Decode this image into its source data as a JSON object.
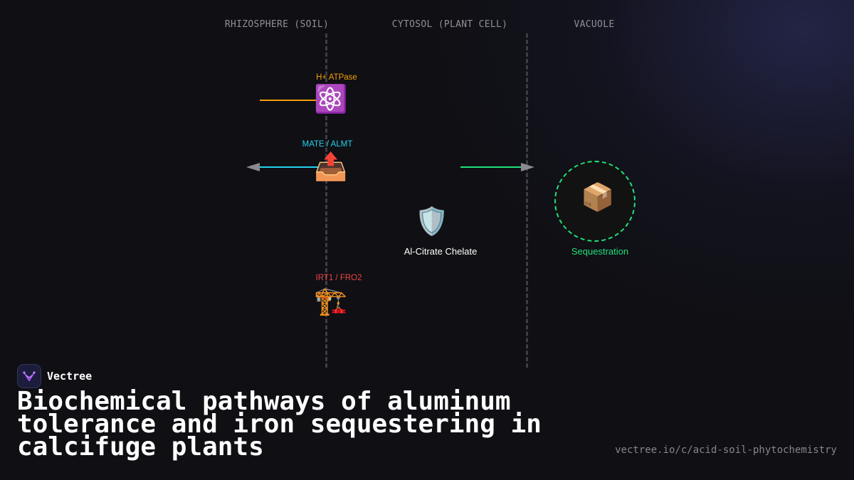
{
  "zones": {
    "rhizosphere": "RHIZOSPHERE (SOIL)",
    "cytosol": "CYTOSOL (PLANT CELL)",
    "vacuole": "VACUOLE"
  },
  "proteins": {
    "atpase": {
      "label": "H+ ATPase",
      "icon": "atom-icon",
      "glyph": "⚛️",
      "color": "#f59e0b"
    },
    "mate": {
      "label": "MATE / ALMT",
      "icon": "outbox-tray-icon",
      "glyph": "📤",
      "color": "#22d3ee"
    },
    "irt": {
      "label": "IRT1 / FRO2",
      "icon": "construction-crane-icon",
      "glyph": "🏗️",
      "color": "#ef4444"
    }
  },
  "chelate": {
    "label": "Al-Citrate Chelate",
    "icon": "shield-icon",
    "glyph": "🛡️",
    "color": "#ffffff"
  },
  "vacuole_store": {
    "label": "Sequestration",
    "icon": "package-icon",
    "glyph": "📦",
    "color": "#22e07a"
  },
  "flows": [
    {
      "name": "proton-efflux",
      "color": "#f59e0b"
    },
    {
      "name": "citrate-efflux",
      "color": "#22d3ee"
    },
    {
      "name": "vacuolar-import",
      "color": "#22e07a"
    }
  ],
  "brand": {
    "name": "Vectree",
    "icon": "vectree-logo-icon",
    "accent": "#a855f7"
  },
  "title": "Biochemical pathways of aluminum tolerance and iron sequestering in calcifuge plants",
  "url": "vectree.io/c/acid-soil-phytochemistry"
}
